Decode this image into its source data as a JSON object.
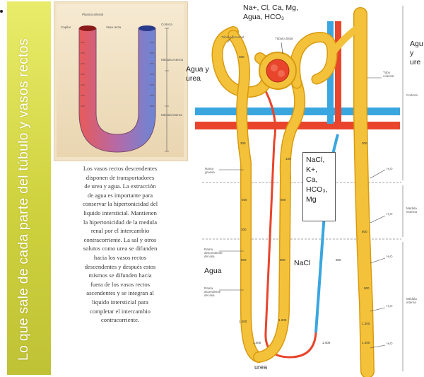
{
  "sidebar": {
    "title": "Lo que sale de cada parte del túbulo y vasos rectos"
  },
  "description": "Los vasos rectos descendentes\ndisponen de transportadores\nde urea y agua. La extracción\nde agua es importante para\nconservar la hipertonicidad del\nliquido intersticial. Mantienen\nla hipertonicidad de la medula\nrenal por el intercambio\ncontracorriente. La sal y otros\nsolutos como urea se difunden\nhacia los vasos rectos\ndescendentes y después estos\nmismos se difunden hacia\nfuera de los vasos rectos\nascendentes y se integran al\nliquido intersticial para\ncompletar el intercambio\ncontracorriente.",
  "labels": {
    "top_ions": "Na+, Cl, Ca, Mg,\nAgua, HCO₃",
    "agua_urea_left": "Agua y\nurea",
    "box_solutes": "NaCl,\nK+,\nCa,\nHCO₃,\nMg",
    "agua_bottom": "Agua",
    "nacl": "NaCl",
    "urea_bottom": "urea",
    "agua_urea_right": "Agu\ny\nure"
  },
  "small_labels": {
    "tubulo_proximal": "Túbulo proximal",
    "tubulo_distal": "Túbulo distal",
    "tubo_colector": "Tubo\ncolector",
    "corteza": "Corteza",
    "rama_gruesa": "Rama\ngruesa",
    "rama_descendente": "Rama\ndescendente\ndel asa",
    "rama_ascendente": "Rama\nascendente\ndel asa",
    "medula_externa": "Médula\nexterna",
    "medula_interna": "Médula\ninterna",
    "h2o": "H₂O",
    "inset_labels": [
      "Plasma arterial",
      "Capilar",
      "Vasa recta",
      "Corteza",
      "Médula externa",
      "Médula interna"
    ]
  },
  "osmolarity": [
    "300",
    "100",
    "300",
    "600",
    "900",
    "1.200",
    "1.400"
  ],
  "colors": {
    "sidebar": "#cfd23e",
    "tubule": "#f3c23a",
    "tubule_edge": "#d99a10",
    "arterial": "#e8452c",
    "venous": "#3aa6e0",
    "inset_bg": "#f2e3c6"
  }
}
